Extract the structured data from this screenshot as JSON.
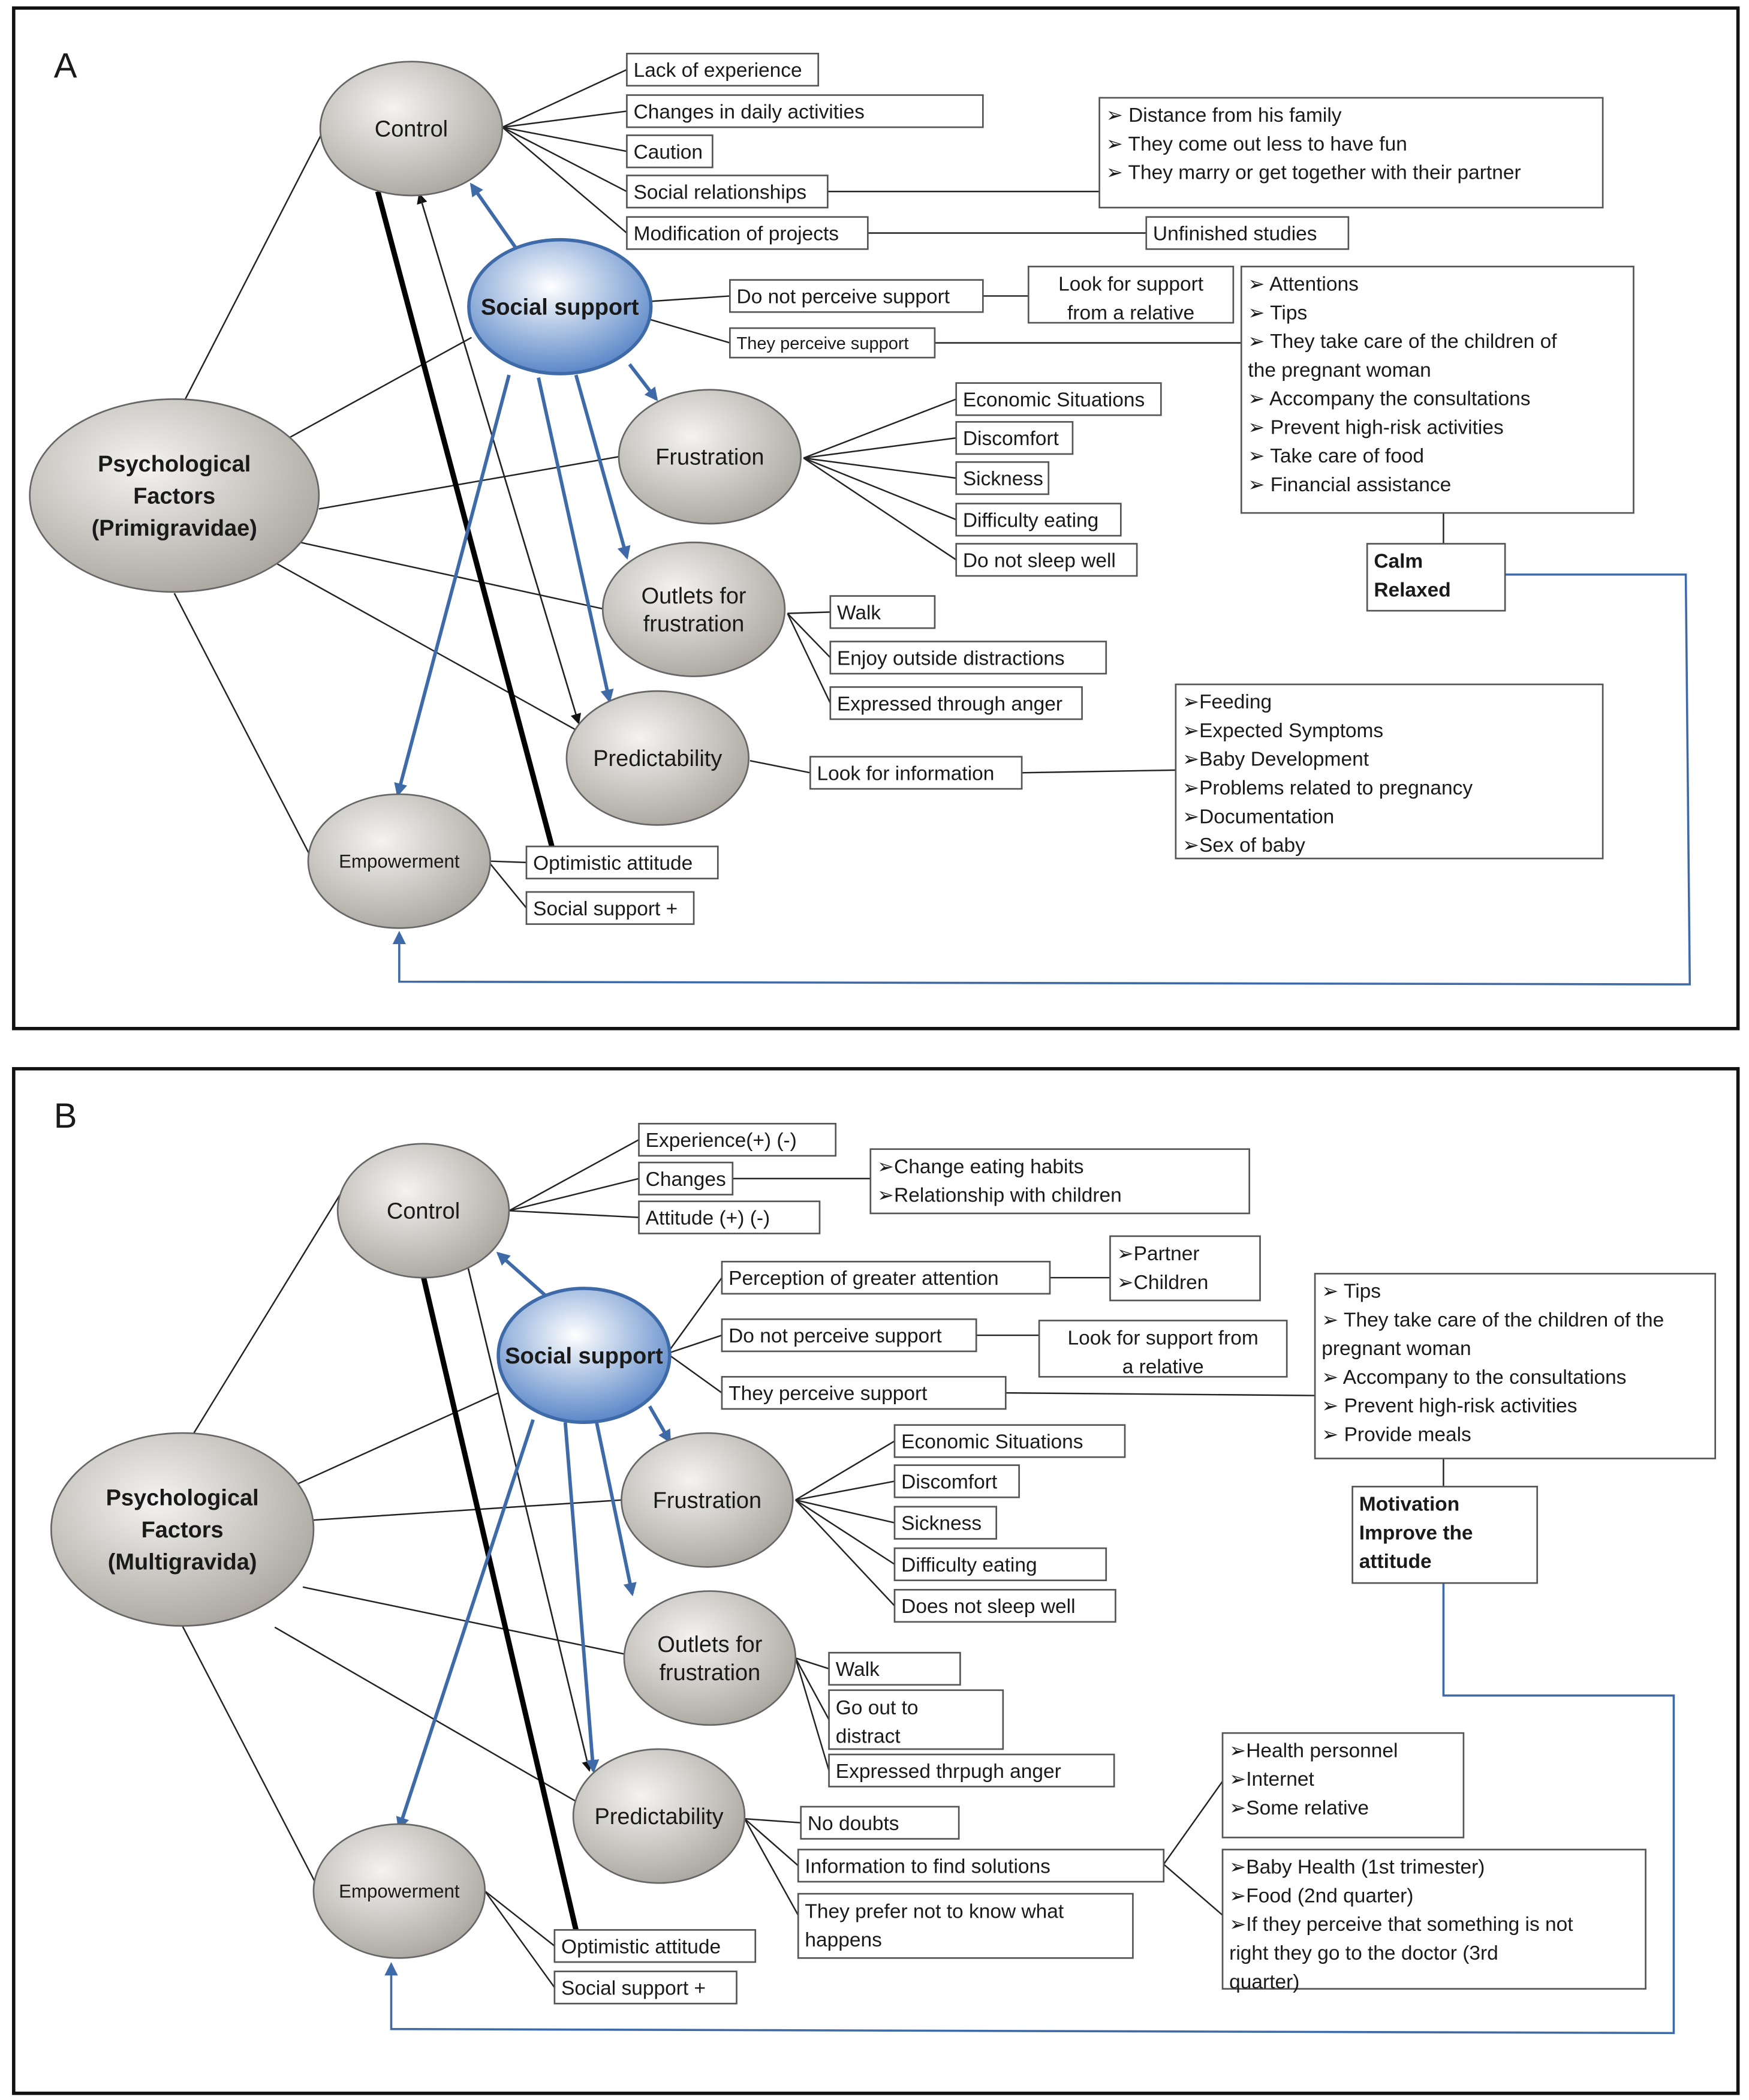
{
  "colors": {
    "ellipse_gray": "#c9c6c0",
    "social_support_blue": "#4f7fc4",
    "arrow_blue": "#3f6aa8"
  },
  "panels": [
    {
      "label": "A",
      "ellipses": {
        "psych": [
          "Psychological",
          "Factors",
          "(Primigravidae)"
        ],
        "control": [
          "Control"
        ],
        "social": [
          "Social support"
        ],
        "frustration": [
          "Frustration"
        ],
        "outlets": [
          "Outlets for",
          "frustration"
        ],
        "predictability": [
          "Predictability"
        ],
        "empowerment": [
          "Empowerment"
        ]
      },
      "boxes": {
        "lack": [
          "Lack of experience"
        ],
        "changes": [
          "Changes in daily  activities"
        ],
        "caution": [
          "Caution"
        ],
        "socialrel": [
          "Social relationships"
        ],
        "modification": [
          "Modification of projects"
        ],
        "family": [
          "➢ Distance from his family",
          "➢ They come out less to have fun",
          "➢ They marry or get together with their partner"
        ],
        "unfinished": [
          "Unfinished studies"
        ],
        "notperceive": [
          "Do not perceive support"
        ],
        "lookrelative": [
          "Look for support",
          "from a relative"
        ],
        "perceive": [
          "They perceive support"
        ],
        "attentions": [
          "➢ Attentions",
          "➢ Tips",
          "➢ They take care of the children of",
          "    the pregnant woman",
          "➢ Accompany the consultations",
          "➢ Prevent high-risk activities",
          "➢ Take care of food",
          "➢ Financial assistance"
        ],
        "calm": [
          "Calm",
          "Relaxed"
        ],
        "economic": [
          "Economic Situations"
        ],
        "discomfort": [
          "Discomfort"
        ],
        "sickness": [
          "Sickness"
        ],
        "difficulty": [
          "Difficulty eating"
        ],
        "sleep": [
          "Do not sleep well"
        ],
        "walk": [
          "Walk"
        ],
        "enjoy": [
          "Enjoy outside distractions"
        ],
        "anger": [
          "Expressed through anger"
        ],
        "lookinfo": [
          "Look for information"
        ],
        "feeding": [
          "➢Feeding",
          "➢Expected Symptoms",
          "➢Baby Development",
          "➢Problems related to pregnancy",
          "➢Documentation",
          "➢Sex of baby"
        ],
        "optimistic": [
          "Optimistic attitude"
        ],
        "supportplus": [
          "Social support +"
        ]
      }
    },
    {
      "label": "B",
      "ellipses": {
        "psych": [
          "Psychological",
          "Factors",
          "(Multigravida)"
        ],
        "control": [
          "Control"
        ],
        "social": [
          "Social support"
        ],
        "frustration": [
          "Frustration"
        ],
        "outlets": [
          "Outlets for",
          "frustration"
        ],
        "predictability": [
          "Predictability"
        ],
        "empowerment": [
          "Empowerment"
        ]
      },
      "boxes": {
        "experience": [
          "Experience(+) (-)"
        ],
        "changes": [
          "Changes"
        ],
        "attitude": [
          "Attitude (+) (-)"
        ],
        "eating": [
          "➢Change eating habits",
          "➢Relationship with children"
        ],
        "greater": [
          "Perception of greater attention"
        ],
        "partner": [
          "➢Partner",
          "➢Children"
        ],
        "notperceive": [
          "Do not perceive support"
        ],
        "lookrelative": [
          "Look for support from",
          "a relative"
        ],
        "perceive": [
          "They perceive support"
        ],
        "tips": [
          "➢ Tips",
          "➢ They take care of the children of the",
          "    pregnant woman",
          "➢ Accompany to the consultations",
          "➢ Prevent high-risk activities",
          "➢ Provide meals"
        ],
        "motivation": [
          "Motivation",
          "Improve the",
          "attitude"
        ],
        "economic": [
          "Economic Situations"
        ],
        "discomfort": [
          "Discomfort"
        ],
        "sickness": [
          "Sickness"
        ],
        "difficulty": [
          "Difficulty eating"
        ],
        "sleep": [
          "Does not sleep well"
        ],
        "walk": [
          "Walk"
        ],
        "goout": [
          "Go out to",
          "distract"
        ],
        "anger": [
          "Expressed thrpugh anger"
        ],
        "nodoubts": [
          "No doubts"
        ],
        "solutions": [
          "Information to find solutions"
        ],
        "prefer": [
          "They prefer not to know what",
          "happens"
        ],
        "health": [
          "➢Health personnel",
          "➢Internet",
          "➢Some relative"
        ],
        "babyhealth": [
          "➢Baby Health (1st trimester)",
          "➢Food (2nd quarter)",
          "➢If they perceive that something is not",
          "   right they go to the doctor (3rd",
          "   quarter)"
        ],
        "optimistic": [
          "Optimistic attitude"
        ],
        "supportplus": [
          "Social support +"
        ]
      }
    }
  ]
}
